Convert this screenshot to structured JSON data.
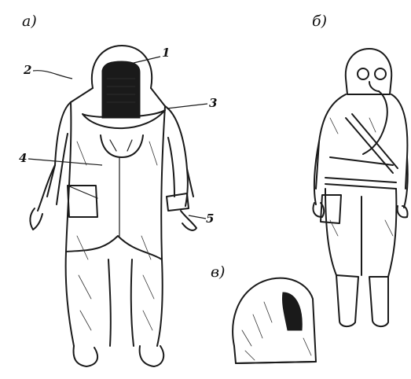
{
  "panels": {
    "a": {
      "label": "а)"
    },
    "b": {
      "label": "б)"
    },
    "c": {
      "label": "в)"
    }
  },
  "callouts": [
    "1",
    "2",
    "3",
    "4",
    "5"
  ]
}
